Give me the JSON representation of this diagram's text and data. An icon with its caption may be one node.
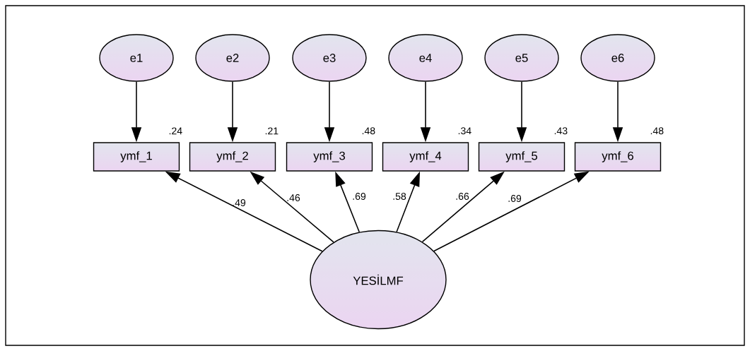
{
  "diagram": {
    "nodes": [
      {
        "text": [
          "e1"
        ]
      },
      {
        "text": [
          "e2"
        ]
      },
      {
        "text": [
          "e3"
        ]
      },
      {
        "text": [
          "e4"
        ]
      },
      {
        "text": [
          "e5"
        ]
      },
      {
        "text": [
          "e6"
        ]
      },
      {
        "text": [
          "ymf_1"
        ],
        "beside": [
          ".24"
        ]
      },
      {
        "text": [
          "ymf_2"
        ],
        "beside": [
          ".21"
        ]
      },
      {
        "text": [
          "ymf_3"
        ],
        "beside": [
          ".48"
        ]
      },
      {
        "text": [
          "ymf_4"
        ],
        "beside": [
          ".34"
        ]
      },
      {
        "text": [
          "ymf_5"
        ],
        "beside": [
          ".43"
        ]
      },
      {
        "text": [
          "ymf_6"
        ],
        "beside": [
          ".48"
        ]
      },
      {
        "text": [
          "YESİLMF"
        ]
      }
    ],
    "edges": [
      {
        "from": 0,
        "to": 6,
        "arrow": "to"
      },
      {
        "from": 1,
        "to": 7,
        "arrow": "to"
      },
      {
        "from": 2,
        "to": 8,
        "arrow": "to"
      },
      {
        "from": 3,
        "to": 9,
        "arrow": "to"
      },
      {
        "from": 4,
        "to": 10,
        "arrow": "to"
      },
      {
        "from": 5,
        "to": 11,
        "arrow": "to"
      },
      {
        "from": 12,
        "to": 6,
        "arrow": "to",
        "label": ".49"
      },
      {
        "from": 12,
        "to": 7,
        "arrow": "to",
        "label": ".46"
      },
      {
        "from": 12,
        "to": 8,
        "arrow": "to",
        "label": ".69"
      },
      {
        "from": 12,
        "to": 9,
        "arrow": "to",
        "label": ".58"
      },
      {
        "from": 12,
        "to": 10,
        "arrow": "to",
        "label": ".66"
      },
      {
        "from": 12,
        "to": 11,
        "arrow": "to",
        "label": ".69"
      }
    ]
  }
}
